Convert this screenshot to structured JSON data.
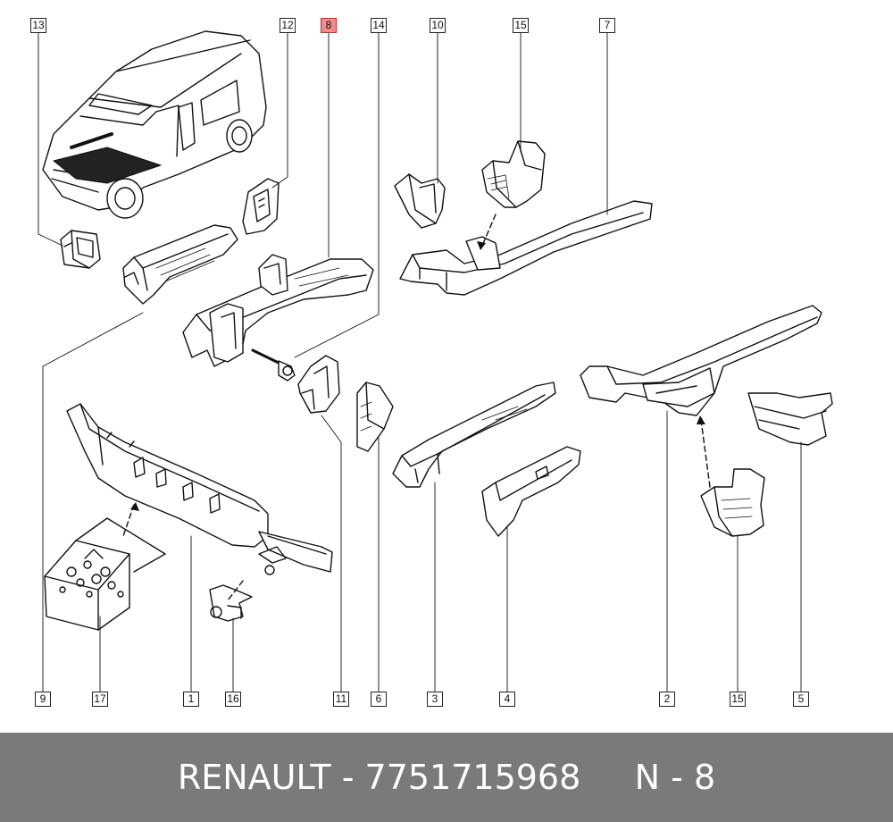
{
  "callouts": {
    "c13": "13",
    "c12": "12",
    "c8": "8",
    "c14": "14",
    "c10": "10",
    "c15_top": "15",
    "c7": "7",
    "c9": "9",
    "c17": "17",
    "c1": "1",
    "c16": "16",
    "c11": "11",
    "c6": "6",
    "c3": "3",
    "c4": "4",
    "c2": "2",
    "c15_bottom": "15",
    "c5": "5"
  },
  "highlighted_callout": "8",
  "colors": {
    "highlight": "#f28b8b",
    "footer_bg": "#7a7a7a",
    "footer_text": "#ffffff",
    "line": "#111111"
  },
  "footer": {
    "text": "RENAULT - 7751715968     N - 8"
  }
}
